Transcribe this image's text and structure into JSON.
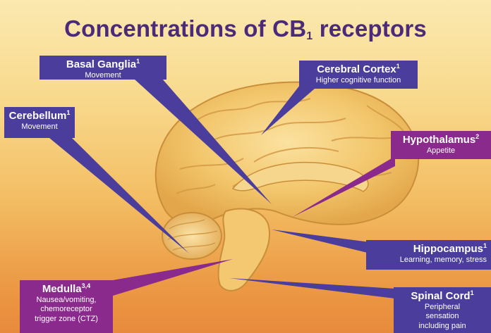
{
  "title": {
    "main": "Concentrations of CB",
    "sub": "1",
    "tail": " receptors"
  },
  "labels": {
    "basal_ganglia": {
      "name": "Basal Ganglia",
      "sup": "1",
      "desc": "Movement"
    },
    "cerebral_cortex": {
      "name": "Cerebral Cortex",
      "sup": "1",
      "desc": "Higher cognitive function"
    },
    "cerebellum": {
      "name": "Cerebellum",
      "sup": "1",
      "desc": "Movement"
    },
    "hypothalamus": {
      "name": "Hypothalamus",
      "sup": "2",
      "desc": "Appetite"
    },
    "hippocampus": {
      "name": "Hippocampus",
      "sup": "1",
      "desc": "Learning, memory, stress"
    },
    "medulla": {
      "name": "Medulla",
      "sup": "3,4",
      "desc_1": "Nausea/vomiting,",
      "desc_2": "chemoreceptor",
      "desc_3": "trigger zone (CTZ)"
    },
    "spinal_cord": {
      "name": "Spinal Cord",
      "sup": "1",
      "desc_1": "Peripheral",
      "desc_2": "sensation",
      "desc_3": "including pain"
    }
  },
  "colors": {
    "label_blue": "#4a3d9c",
    "label_purple": "#8a2a8c",
    "title": "#4b2a7a",
    "brain": "#f4cf7a"
  }
}
